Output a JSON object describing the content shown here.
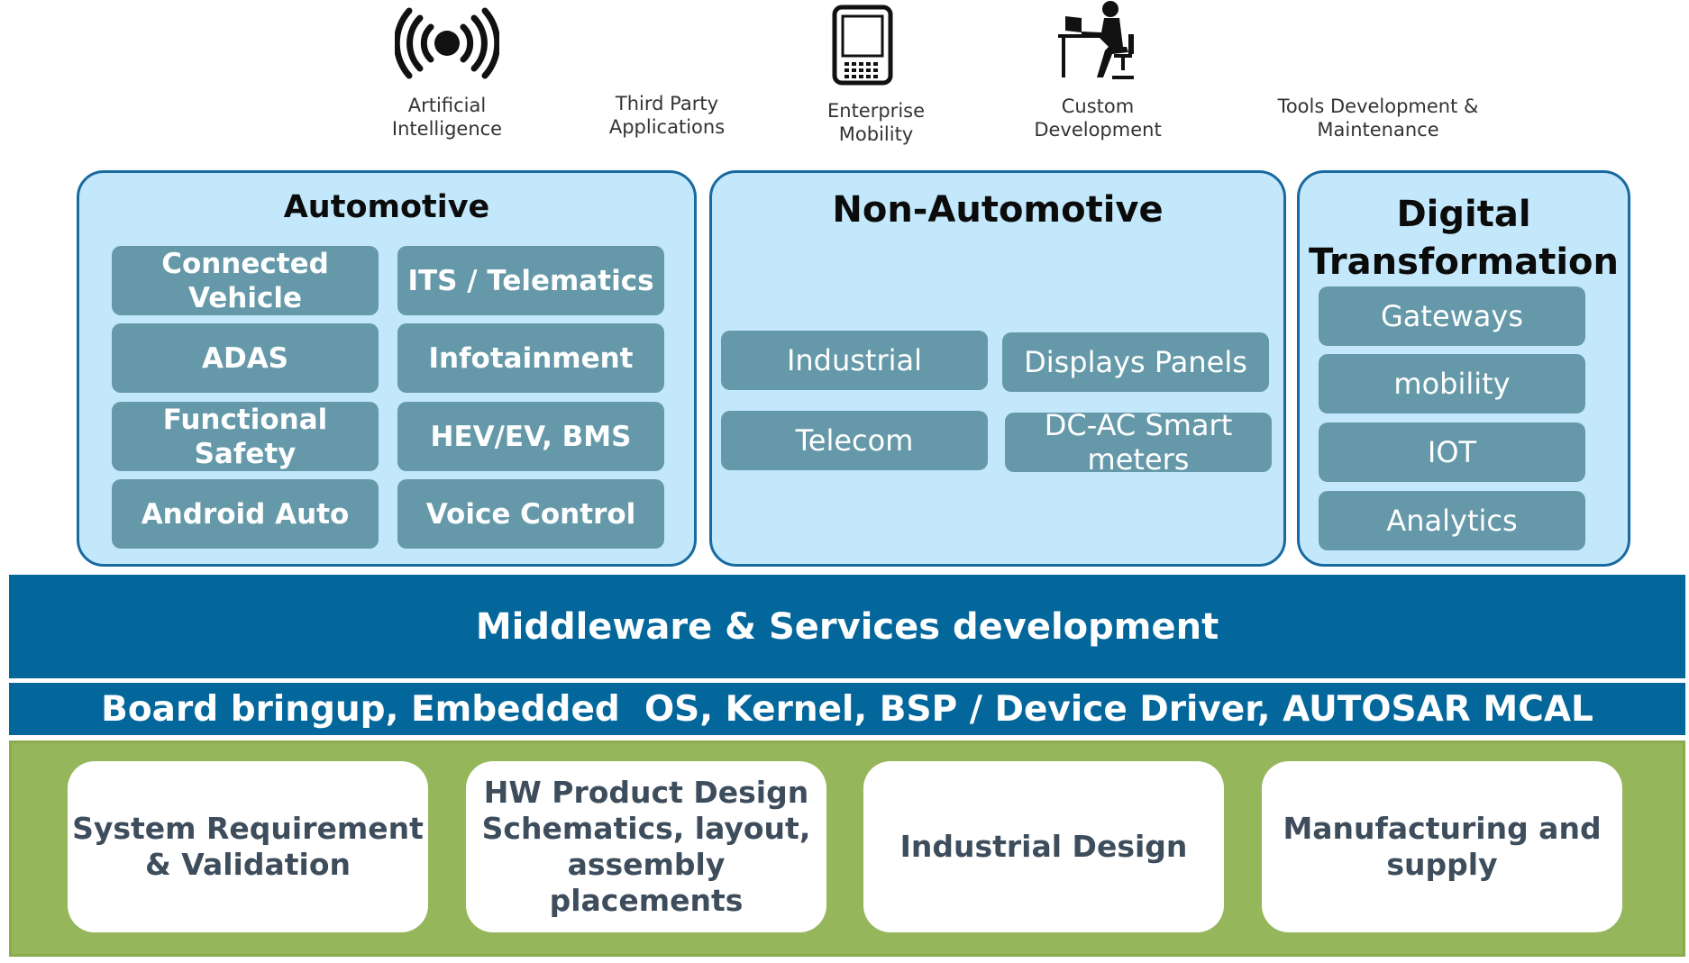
{
  "top_items": [
    {
      "icon": "wireless-signal-icon",
      "label_lines": [
        "Artificial",
        "Intelligence"
      ]
    },
    {
      "icon": null,
      "label_lines": [
        "Third Party",
        "Applications"
      ]
    },
    {
      "icon": "mobile-device-icon",
      "label_lines": [
        "Enterprise",
        "Mobility"
      ]
    },
    {
      "icon": "person-at-computer-icon",
      "label_lines": [
        "Custom",
        "Development"
      ]
    },
    {
      "icon": null,
      "label_lines": [
        "Tools Development &",
        "Maintenance"
      ]
    }
  ],
  "automotive": {
    "title": "Automotive",
    "tiles": [
      [
        "Connected",
        "Vehicle"
      ],
      [
        "ITS / Telematics"
      ],
      [
        "ADAS"
      ],
      [
        "Infotainment"
      ],
      [
        "Functional",
        "Safety"
      ],
      [
        "HEV/EV, BMS"
      ],
      [
        "Android Auto"
      ],
      [
        "Voice Control"
      ]
    ]
  },
  "non_automotive": {
    "title": "Non-Automotive",
    "tiles": [
      [
        "Industrial"
      ],
      [
        "Displays Panels"
      ],
      [
        "Telecom"
      ],
      [
        "DC-AC Smart",
        "meters"
      ]
    ]
  },
  "digital": {
    "title_lines": [
      "Digital",
      "Transformation"
    ],
    "tiles": [
      "Gateways",
      "mobility",
      "IOT",
      "Analytics"
    ]
  },
  "middleware_bar": "Middleware & Services development",
  "board_bar": "Board bringup, Embedded  OS, Kernel, BSP / Device Driver, AUTOSAR MCAL",
  "bottom_cards": [
    [
      "System Requirement",
      "& Validation"
    ],
    [
      "HW Product Design",
      "Schematics, layout,",
      "assembly placements"
    ],
    [
      "Industrial Design"
    ],
    [
      "Manufacturing and",
      "supply"
    ]
  ],
  "colors": {
    "panel_fill": "#c3e8fb",
    "panel_border": "#186aa0",
    "tile_fill": "#6599a9",
    "bar_fill": "#03679b",
    "green_band": "#95b65b",
    "card_text": "#3e4d5c"
  }
}
